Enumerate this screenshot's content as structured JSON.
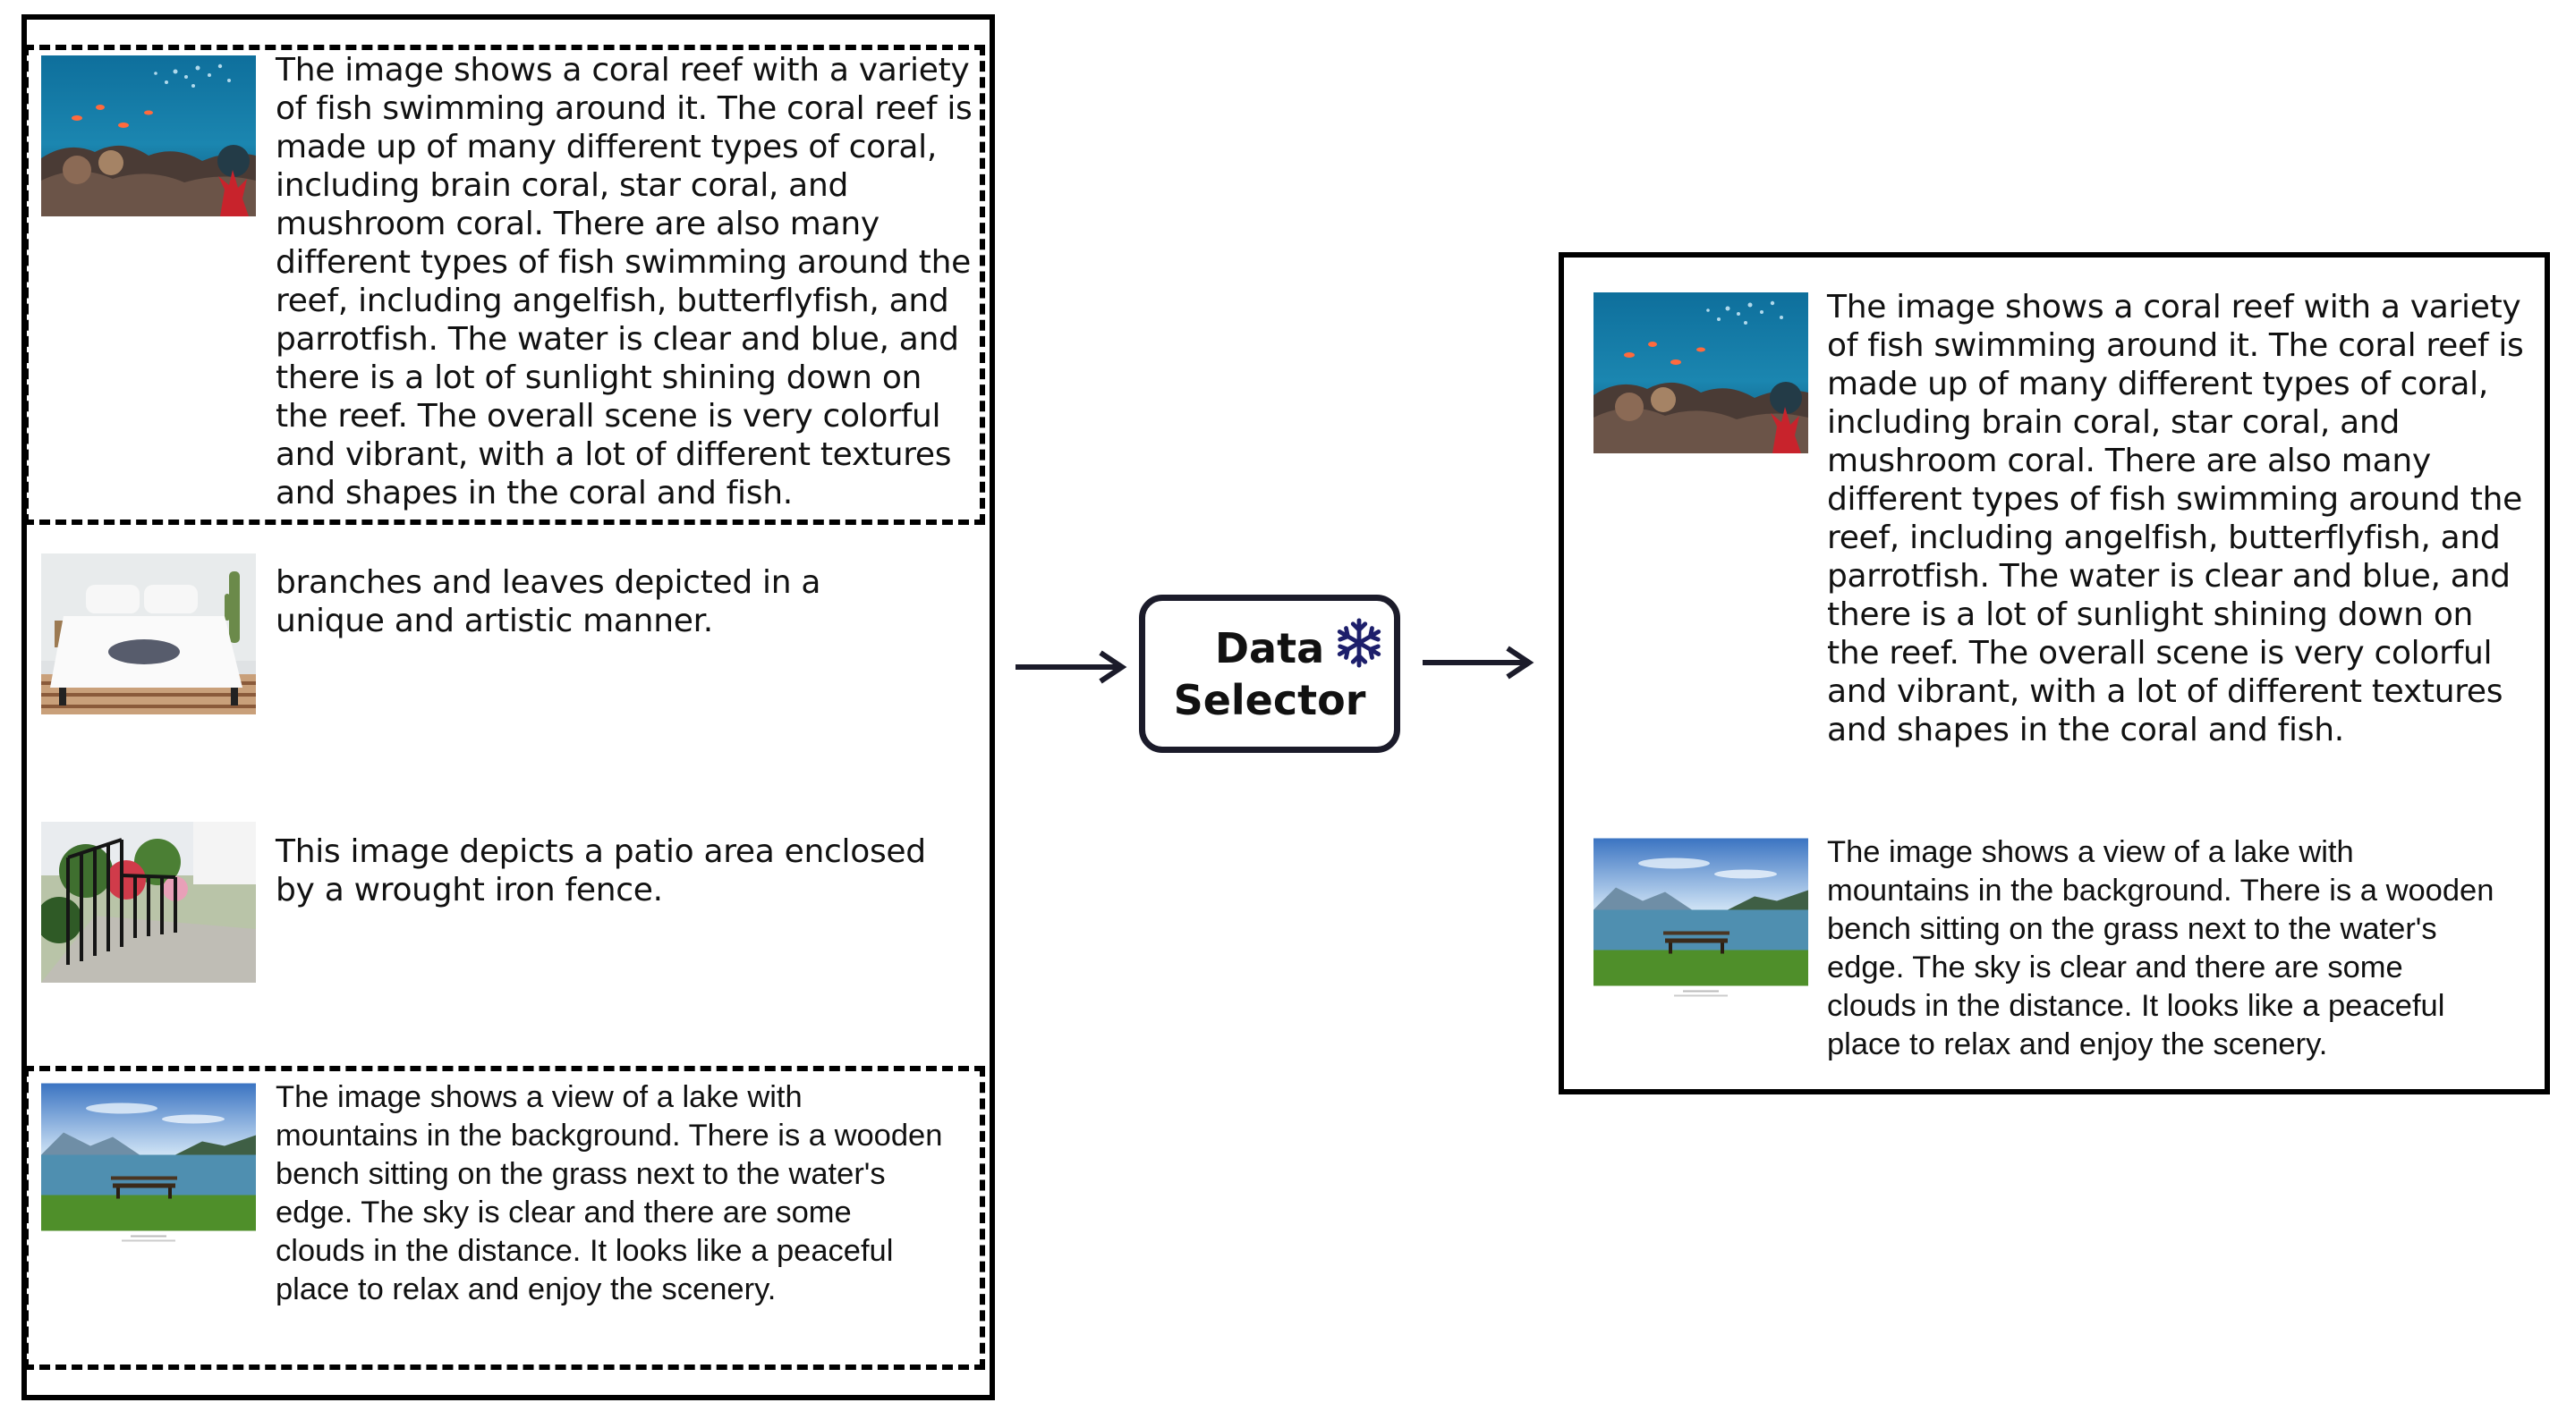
{
  "colors": {
    "border": "#000000",
    "selector_border": "#1b1b2a",
    "snowflake": "#1d1f6b",
    "arrow": "#1b1b2a"
  },
  "left_samples": [
    {
      "thumb": "coral-reef-thumbnail",
      "selected": true,
      "caption": "The image shows a coral reef with a variety\nof fish swimming around it. The coral reef is\nmade up of many different types of coral,\nincluding brain coral, star coral, and\nmushroom coral. There are also many\ndifferent types of fish swimming around the\nreef, including angelfish, butterflyfish, and\nparrotfish. The water is clear and blue, and\nthere is a lot of sunlight shining down on\nthe reef. The overall scene is very colorful\nand vibrant, with a lot of different textures\nand shapes in the coral and fish."
    },
    {
      "thumb": "bedroom-thumbnail",
      "selected": false,
      "caption": "branches and leaves depicted in a\nunique and artistic manner."
    },
    {
      "thumb": "patio-fence-thumbnail",
      "selected": false,
      "caption": "This image depicts a patio area enclosed\nby a wrought iron fence."
    },
    {
      "thumb": "lake-bench-thumbnail",
      "selected": true,
      "caption": "The image shows a view of a lake with\nmountains in the background. There is a wooden\nbench sitting on the grass next to the water's\nedge. The sky is clear and there are some\nclouds in the distance. It looks like a peaceful\nplace to relax and enjoy the scenery."
    }
  ],
  "selector": {
    "label": "Data\nSelector",
    "icon": "snowflake-icon"
  },
  "right_samples": [
    {
      "thumb": "coral-reef-thumbnail",
      "caption": "The image shows a coral reef with a variety\nof fish swimming around it. The coral reef is\nmade up of many different types of coral,\nincluding brain coral, star coral, and\nmushroom coral. There are also many\ndifferent types of fish swimming around the\nreef, including angelfish, butterflyfish, and\nparrotfish. The water is clear and blue, and\nthere is a lot of sunlight shining down on\nthe reef. The overall scene is very colorful\nand vibrant, with a lot of different textures\nand shapes in the coral and fish."
    },
    {
      "thumb": "lake-bench-thumbnail",
      "caption": "The image shows a view of a lake with\nmountains in the background. There is a wooden\nbench sitting on the grass next to the water's\nedge. The sky is clear and there are some\nclouds in the distance. It looks like a peaceful\nplace to relax and enjoy the scenery."
    }
  ]
}
